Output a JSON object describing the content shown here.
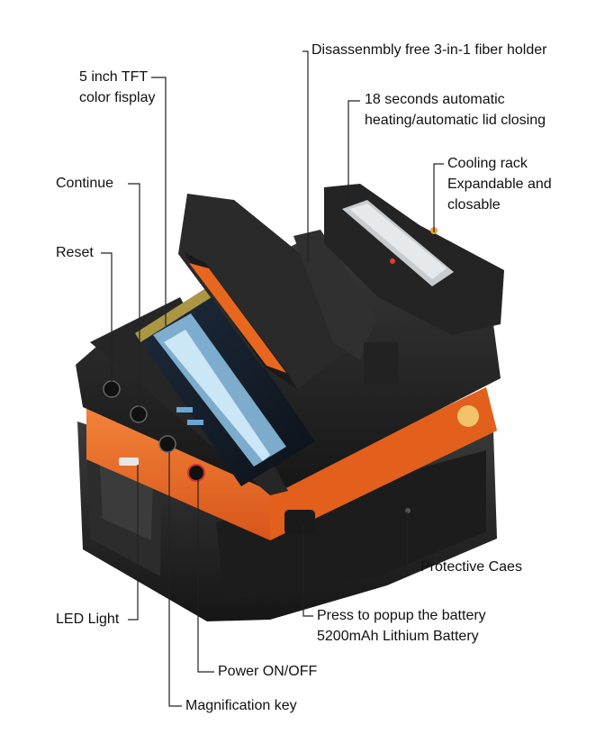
{
  "callouts": {
    "fiber_holder": "Disassenmbly free 3-in-1 fiber holder",
    "heating_1": "18 seconds automatic",
    "heating_2": "heating/automatic lid closing",
    "cooling_1": "Cooling rack",
    "cooling_2": "Expandable and",
    "cooling_3": "closable",
    "tft_1": "5 inch TFT",
    "tft_2": "color fisplay",
    "continue": "Continue",
    "reset": "Reset",
    "protective_case": "Protective Caes",
    "battery_1": "Press to popup the battery",
    "battery_2": "5200mAh Lithium Battery",
    "led_light": "LED Light",
    "power": "Power ON/OFF",
    "magnification": "Magnification key"
  },
  "colors": {
    "body_orange": "#e8671e",
    "body_black": "#232323",
    "screen_blue": "#8fc6ea"
  }
}
